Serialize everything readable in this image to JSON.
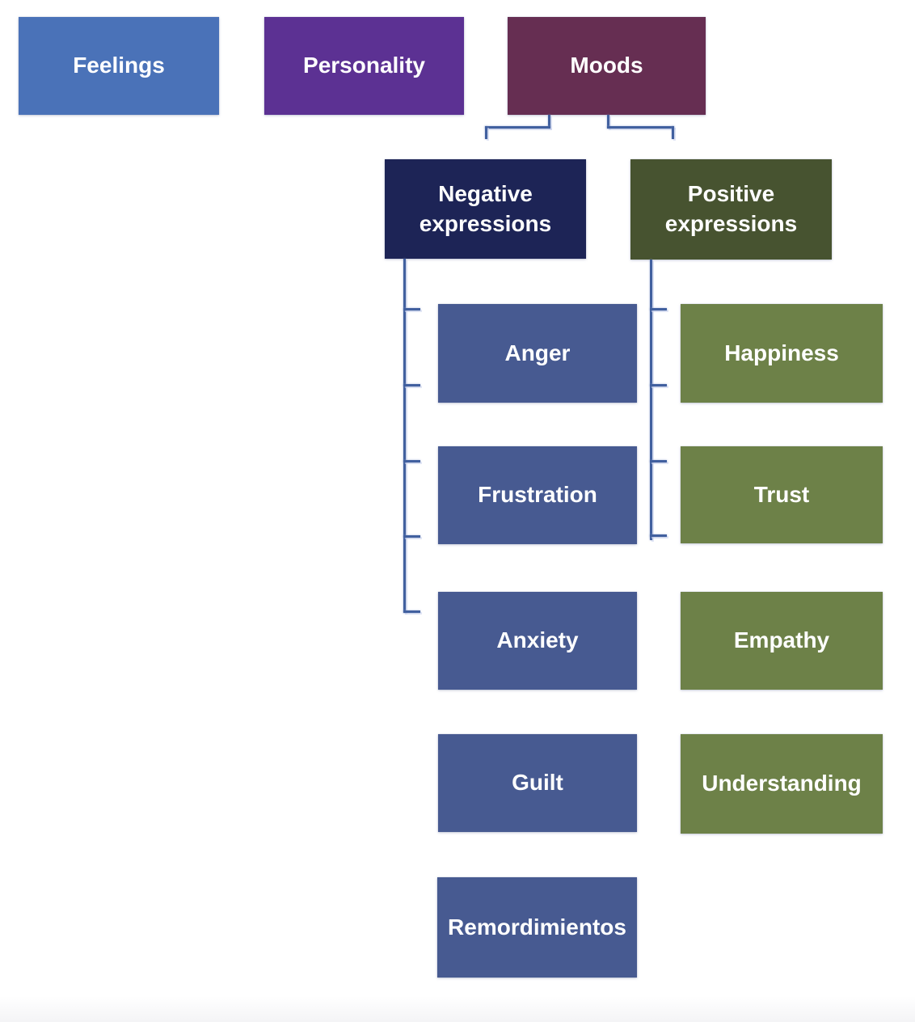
{
  "palette": {
    "feelings": "#4a72b8",
    "personality": "#5c3193",
    "moods": "#662e52",
    "negative_header": "#1d2456",
    "positive_header": "#475330",
    "negative_child": "#475a91",
    "positive_child": "#6d8148",
    "connector": "#41609f"
  },
  "nodes": {
    "feelings": {
      "label": "Feelings"
    },
    "personality": {
      "label": "Personality"
    },
    "moods": {
      "label": "Moods"
    },
    "negative": {
      "label": "Negative expressions"
    },
    "positive": {
      "label": "Positive expressions"
    }
  },
  "negative_children": [
    {
      "label": "Anger"
    },
    {
      "label": "Frustration"
    },
    {
      "label": "Anxiety"
    },
    {
      "label": "Guilt"
    },
    {
      "label": "Remordimientos"
    }
  ],
  "positive_children": [
    {
      "label": "Happiness"
    },
    {
      "label": "Trust"
    },
    {
      "label": "Empathy"
    },
    {
      "label": "Understanding"
    }
  ]
}
